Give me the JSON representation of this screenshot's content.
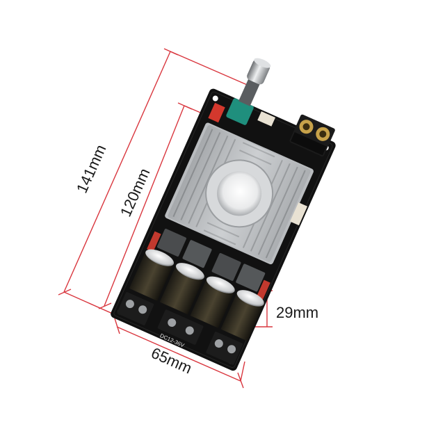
{
  "dimensions": {
    "length_outer": "141mm",
    "length_board": "120mm",
    "cap_height": "29mm",
    "width": "65mm"
  },
  "board_marking": "DC12-36V",
  "colors": {
    "dimension_line": "#d9363e",
    "pcb": "#111111",
    "heatsink": "#c9cbcd",
    "label_text": "#1a1a1a"
  }
}
